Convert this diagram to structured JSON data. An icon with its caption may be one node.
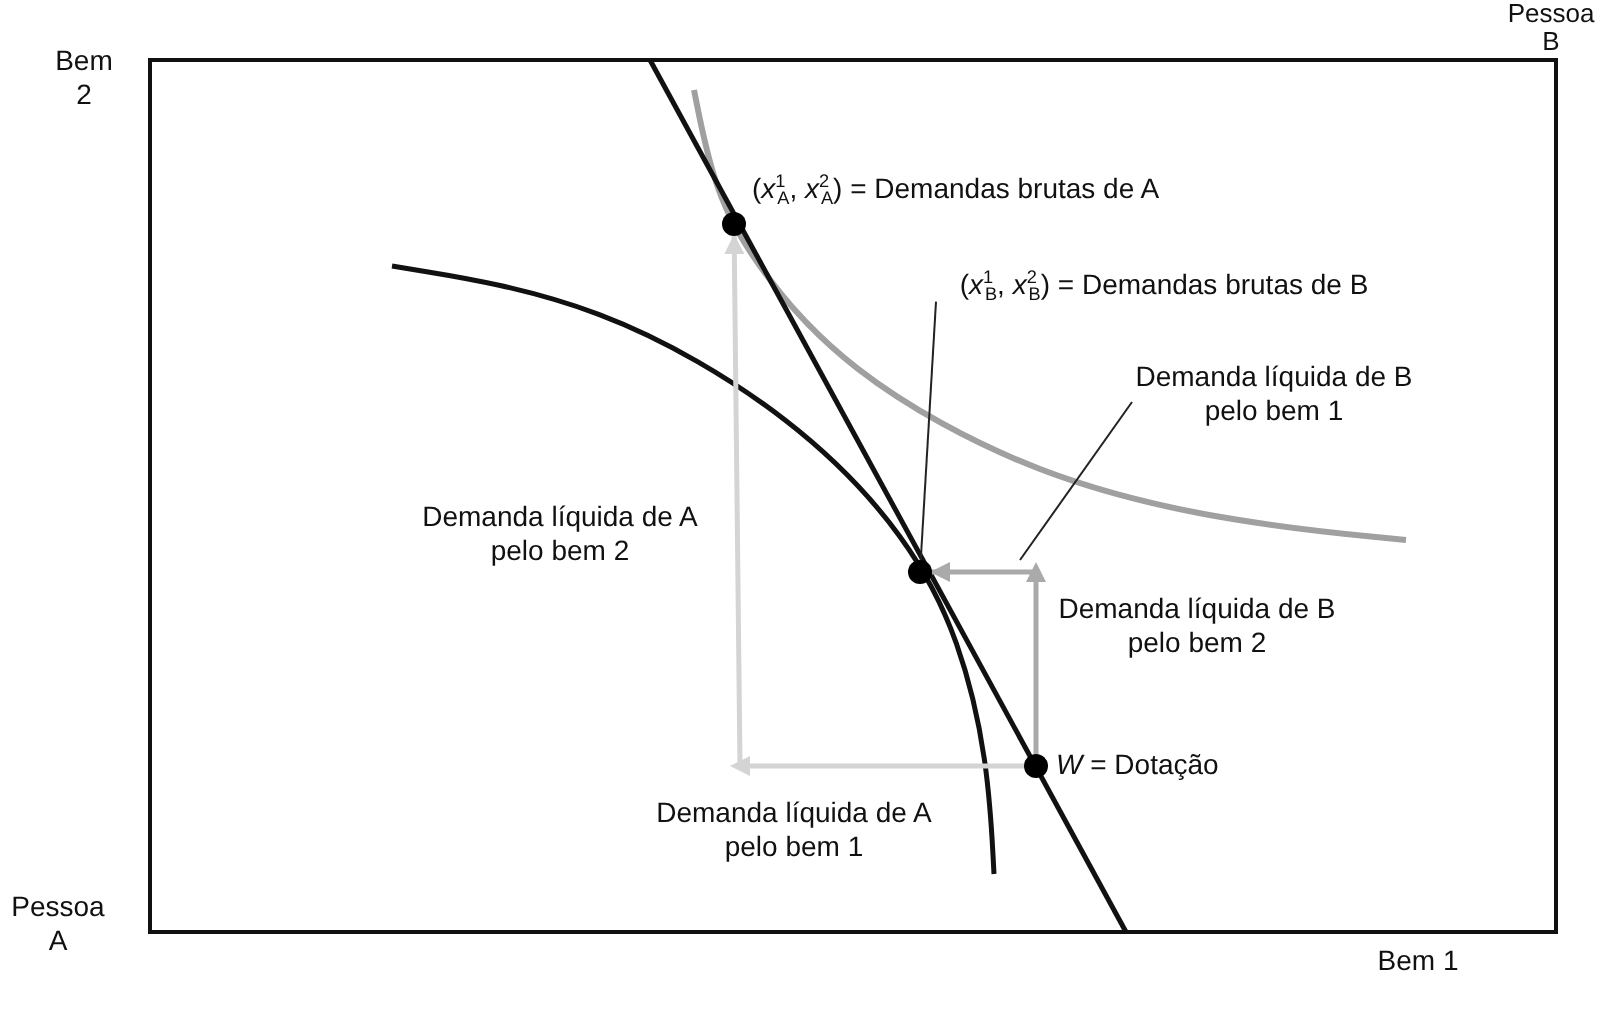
{
  "diagram": {
    "nodes": [
      {
        "text": [],
        "shape": "circle",
        "beside": [
          "(*x*$^{1}$$_{A}$, *x*$^{2}$$_{A}$) = Demandas brutas de A"
        ]
      },
      {
        "text": [
          "(*x*$^{1}$$_{B}$, *x*$^{2}$$_{B}$) = Demandas brutas de B"
        ]
      },
      {
        "text": [],
        "shape": "circle"
      },
      {
        "text": [
          "Demanda líquida de B pelo bem 1"
        ]
      },
      {
        "text": [],
        "shape": "circle",
        "beside": [
          "*W* = Dotação"
        ]
      }
    ],
    "edges": [
      {
        "from": 1,
        "to": 2,
        "arrow": "none"
      },
      {
        "from": 3,
        "to": null,
        "arrow": "none"
      },
      {
        "from": 4,
        "to": 0,
        "arrow": "to",
        "style": "thick",
        "color": "#d4d4d4"
      },
      {
        "from": 4,
        "to": 2,
        "arrow": "to",
        "style": "thick",
        "color": "#aaaaaa"
      }
    ],
    "labels": [
      "Bem 2",
      "Pessoa B",
      "Demanda líquida de A pelo bem 2",
      "Demanda líquida de B pelo bem 2",
      "Demanda líquida de A pelo bem 1",
      "Pessoa A",
      "Bem 1"
    ]
  }
}
